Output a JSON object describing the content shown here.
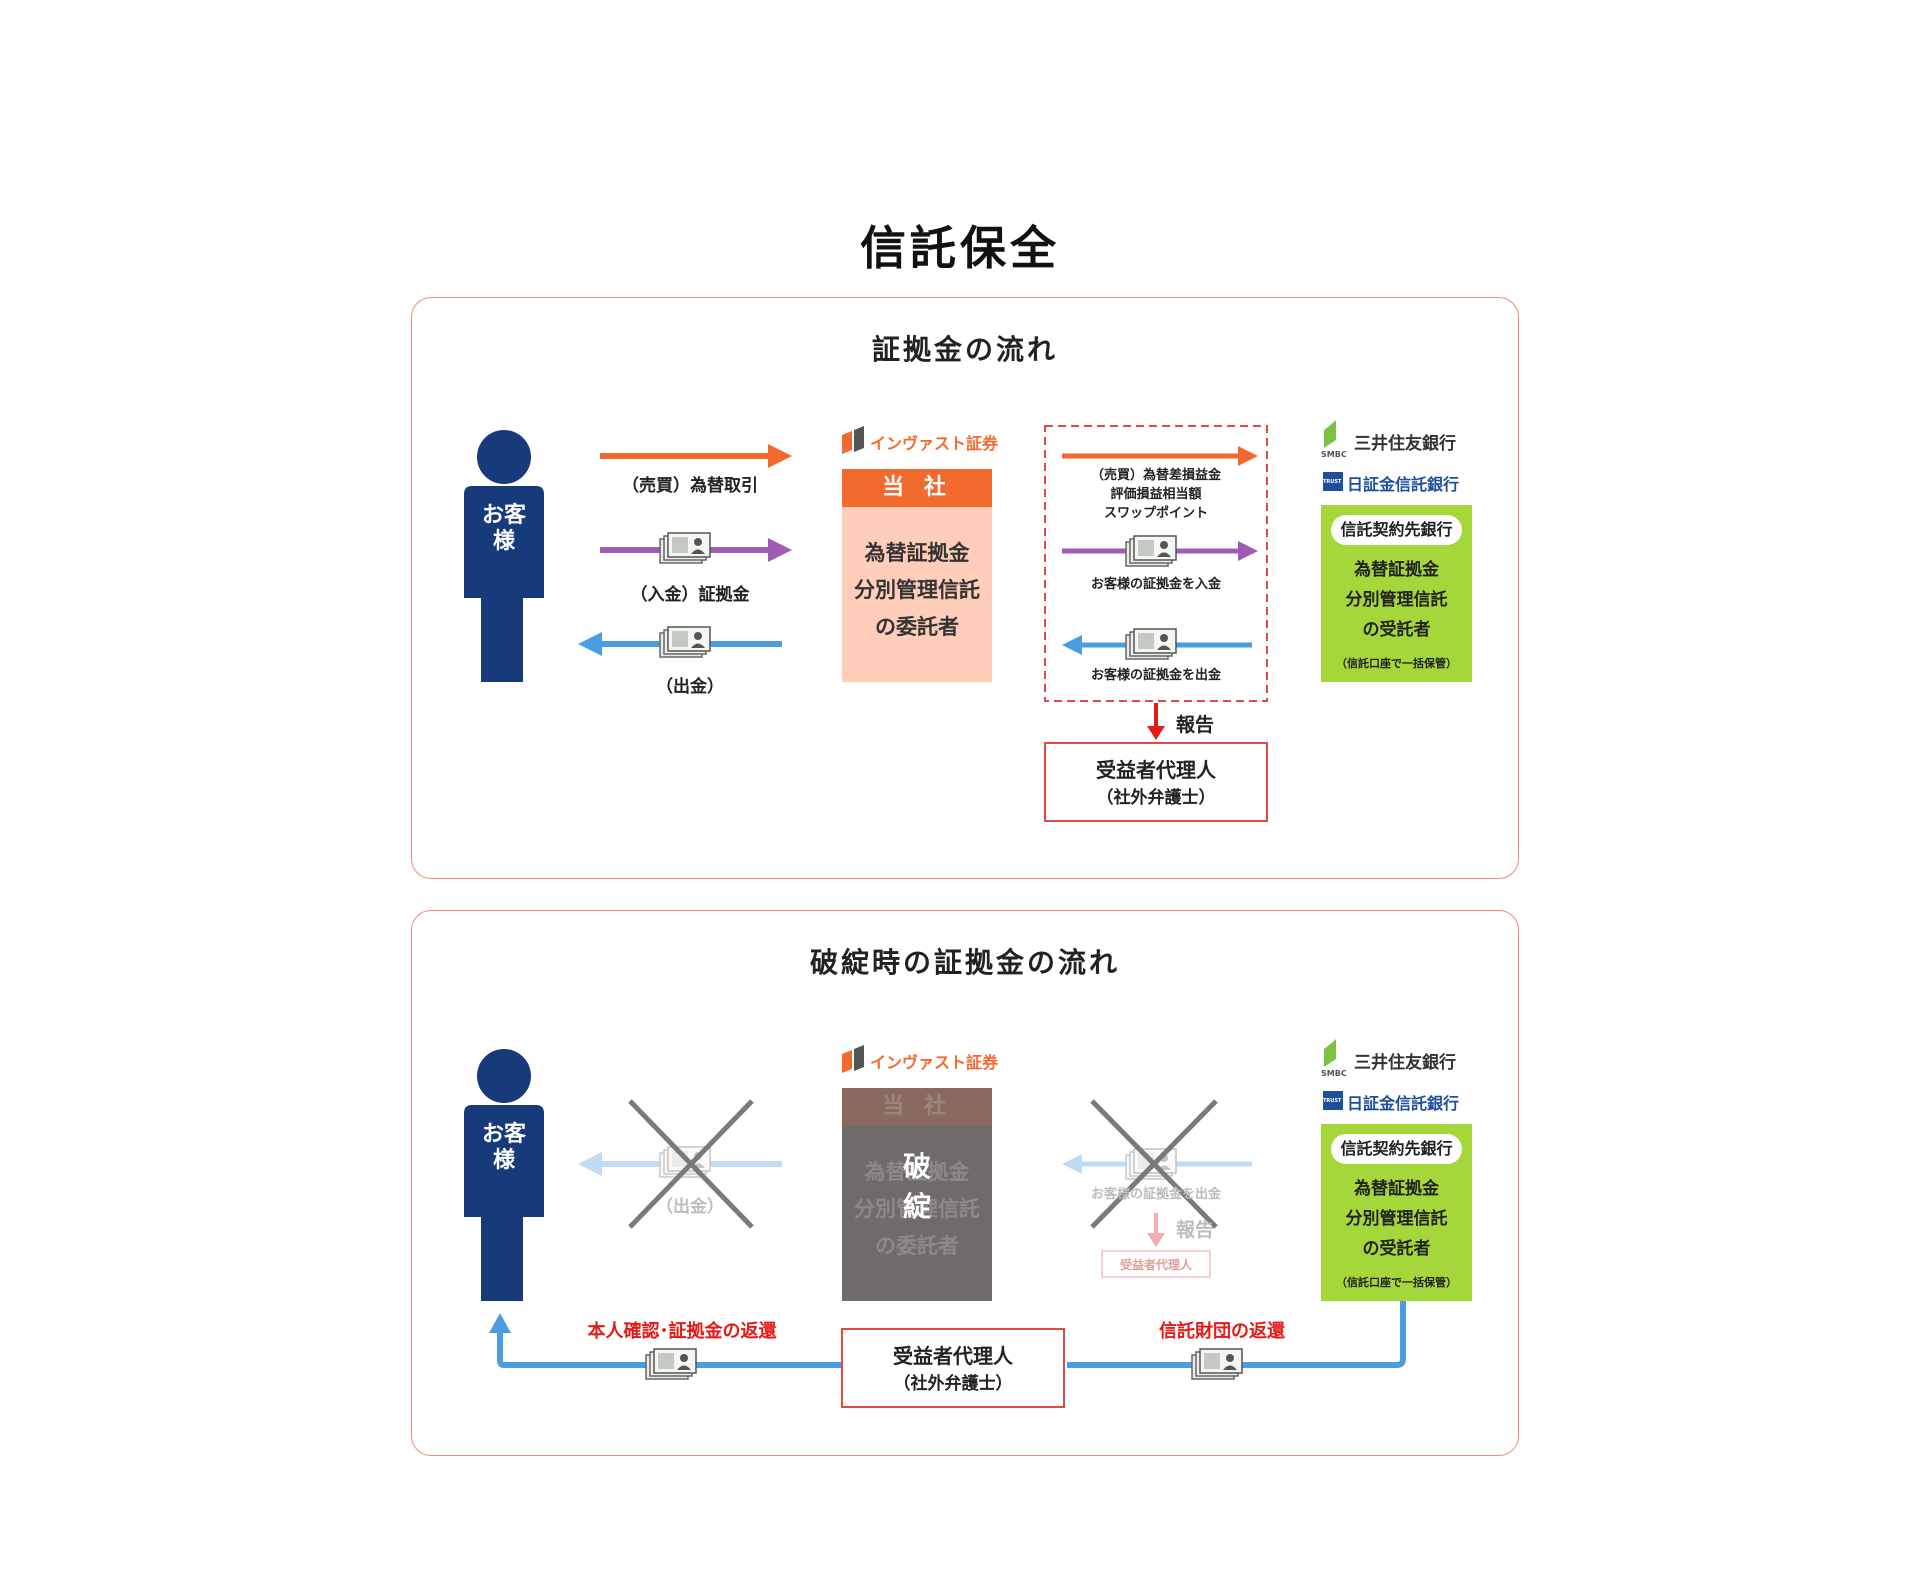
{
  "title": "信託保全",
  "panel1": {
    "title": "証拠金の流れ",
    "customer": "お客様",
    "arrow1": "（売買）為替取引",
    "arrow2": "（入金）証拠金",
    "arrow3": "（出金）",
    "company_brand": "インヴァスト証券",
    "company_tag": "当 社",
    "company_role": [
      "為替証拠金",
      "分別管理信託",
      "の委託者"
    ],
    "trust_flow1": [
      "（売買）為替差損益金",
      "評価損益相当額",
      "スワップポイント"
    ],
    "trust_flow2": "お客様の証拠金を入金",
    "trust_flow3": "お客様の証拠金を出金",
    "report": "報告",
    "agent": [
      "受益者代理人",
      "（社外弁護士）"
    ],
    "bank1": "三井住友銀行",
    "bank1_mark": "SMBC",
    "bank2": "日証金信託銀行",
    "bank2_mark": "TRUST",
    "trust_bank_tag": "信託契約先銀行",
    "trust_bank_role": [
      "為替証拠金",
      "分別管理信託",
      "の受託者"
    ],
    "trust_bank_note": "（信託口座で一括保管）"
  },
  "panel2": {
    "title": "破綻時の証拠金の流れ",
    "customer": "お客様",
    "arrow3": "（出金）",
    "company_brand": "インヴァスト証券",
    "company_tag": "当 社",
    "company_role": [
      "為替証拠金",
      "分別管理信託",
      "の委託者"
    ],
    "bankrupt": [
      "破",
      "綻"
    ],
    "trust_flow3": "お客様の証拠金を出金",
    "report": "報告",
    "agent_small": "受益者代理人",
    "bank1": "三井住友銀行",
    "bank1_mark": "SMBC",
    "bank2": "日証金信託銀行",
    "bank2_mark": "TRUST",
    "trust_bank_tag": "信託契約先銀行",
    "trust_bank_role": [
      "為替証拠金",
      "分別管理信託",
      "の受託者"
    ],
    "trust_bank_note": "（信託口座で一括保管）",
    "return_left": "本人確認･証拠金の返還",
    "return_right": "信託財団の返還",
    "agent": [
      "受益者代理人",
      "（社外弁護士）"
    ]
  },
  "colors": {
    "orange": "#f26a2e",
    "purple": "#a05cb5",
    "blue": "#4a9de0",
    "navy": "#173a7a",
    "green": "#a5d63a",
    "red": "#e41a17",
    "panel_border": "#ef8a80"
  }
}
